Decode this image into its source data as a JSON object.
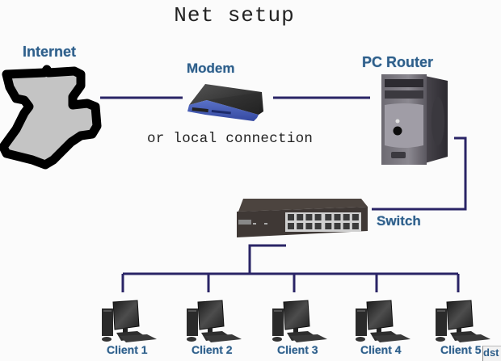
{
  "title": "Net setup",
  "note": "or local connection",
  "colors": {
    "wire": "#2a2466",
    "label": "#2f5f8a",
    "cloud_fill": "#c4c4c4"
  },
  "nodes": {
    "internet": {
      "label": "Internet",
      "icon": "internet-cloud-icon"
    },
    "modem": {
      "label": "Modem",
      "icon": "modem-icon"
    },
    "router": {
      "label": "PC Router",
      "icon": "tower-pc-icon"
    },
    "switch": {
      "label": "Switch",
      "icon": "network-switch-icon"
    }
  },
  "clients": [
    {
      "label": "Client 1"
    },
    {
      "label": "Client 2"
    },
    {
      "label": "Client 3"
    },
    {
      "label": "Client 4"
    },
    {
      "label": "Client 5"
    }
  ],
  "overlay_text": "dst"
}
